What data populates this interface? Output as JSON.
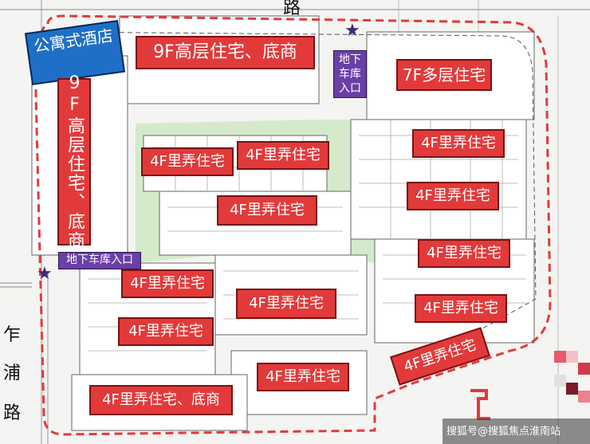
{
  "roads": {
    "top": "路",
    "left_1": "乍",
    "left_2": "浦",
    "left_3": "路"
  },
  "labels": {
    "apartment_hotel": "公寓式酒店",
    "tower_9f_top": "9F高层住宅、底商",
    "tower_9f_left": "9F高层住宅、底商",
    "mid_7f": "7F多层住宅",
    "garage_top": "地下车库入口",
    "garage_left": "地下车库入口",
    "lane_a": "4F里弄住宅",
    "lane_b": "4F里弄住宅",
    "lane_c": "4F里弄住宅",
    "lane_d": "4F里弄住宅",
    "lane_e": "4F里弄住宅",
    "lane_f": "4F里弄住宅",
    "lane_g": "4F里弄住宅",
    "lane_h": "4F里弄住宅",
    "lane_i": "4F里弄住宅",
    "lane_j": "4F里弄住宅",
    "lane_k": "4F里弄住宅",
    "lane_l": "4F里弄住宅",
    "lane_m": "4F里弄住宅、底商"
  },
  "watermark": "搜狐号@搜狐焦点淮南站",
  "colors": {
    "label_fill": "#e23a3a",
    "boundary": "#e23a3a",
    "hotel": "#1f6fc8",
    "garage": "#6a3fa6",
    "green": "#cfe8c4"
  }
}
